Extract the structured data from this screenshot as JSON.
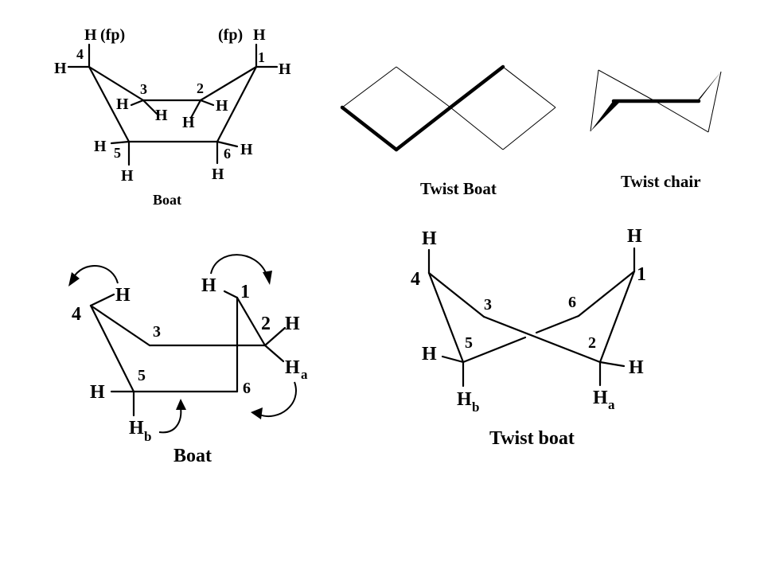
{
  "labels": {
    "boat_caption": "Boat",
    "twist_boat_caption": "Twist Boat",
    "twist_chair_caption": "Twist chair",
    "boat2_caption": "Boat",
    "twist_boat2_caption": "Twist boat",
    "fp": "(fp)",
    "H": "H",
    "a": "a",
    "b": "b"
  },
  "boat_numbers": [
    "1",
    "2",
    "3",
    "4",
    "5",
    "6"
  ],
  "boat2_numbers": [
    "1",
    "2",
    "3",
    "4",
    "5",
    "6"
  ],
  "twist_boat_numbers": [
    "1",
    "2",
    "3",
    "4",
    "5",
    "6"
  ]
}
